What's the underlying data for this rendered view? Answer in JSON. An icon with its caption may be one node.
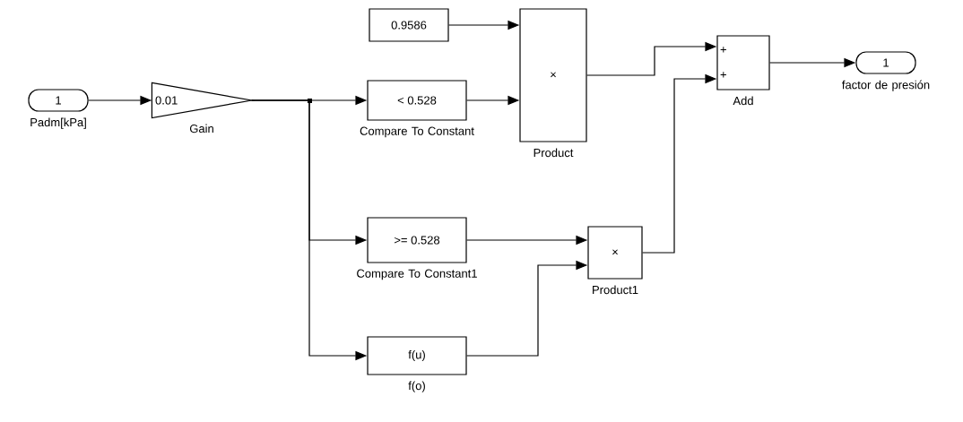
{
  "diagram": {
    "nodes": [
      {
        "text": [
          "1"
        ],
        "beside": [
          "Padm[kPa]"
        ]
      },
      {
        "text": [
          "0.01"
        ],
        "beside": [
          "Gain"
        ]
      },
      {
        "text": [
          "0.9586"
        ]
      },
      {
        "text": [
          "< 0.528"
        ],
        "beside": [
          "Compare To Constant"
        ]
      },
      {
        "text": [
          "×"
        ],
        "beside": [
          "Product"
        ]
      },
      {
        "text": [
          "+",
          "+"
        ],
        "beside": [
          "Add"
        ]
      },
      {
        "text": [
          "1"
        ],
        "beside": [
          "factor de presión"
        ]
      },
      {
        "text": [
          ">= 0.528"
        ],
        "beside": [
          "Compare To Constant1"
        ]
      },
      {
        "text": [
          "×"
        ],
        "beside": [
          "Product1"
        ]
      },
      {
        "text": [
          "f(u)"
        ],
        "beside": [
          "f(o)"
        ]
      }
    ],
    "edges": [
      {
        "from": 0,
        "to": 1,
        "arrow": "to"
      },
      {
        "from": 1,
        "to": 3,
        "arrow": "to"
      },
      {
        "from": 1,
        "to": 7,
        "arrow": "to"
      },
      {
        "from": 1,
        "to": 9,
        "arrow": "to"
      },
      {
        "from": 2,
        "to": 4,
        "arrow": "to"
      },
      {
        "from": 3,
        "to": 4,
        "arrow": "to"
      },
      {
        "from": 4,
        "to": 5,
        "arrow": "to"
      },
      {
        "from": 7,
        "to": 8,
        "arrow": "to"
      },
      {
        "from": 9,
        "to": 8,
        "arrow": "to"
      },
      {
        "from": 8,
        "to": 5,
        "arrow": "to"
      },
      {
        "from": 5,
        "to": 6,
        "arrow": "to"
      }
    ]
  }
}
